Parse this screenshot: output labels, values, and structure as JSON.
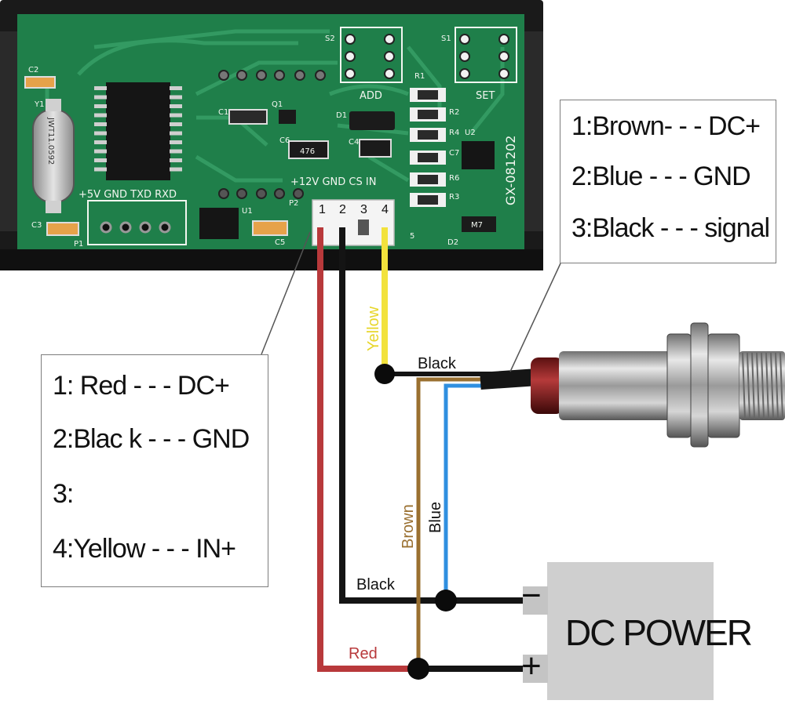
{
  "board": {
    "silkscreen": {
      "power_header": "+5V GND TXD RXD",
      "input_header": "+12V GND  CS  IN",
      "model": "GX-081202",
      "button_add": "ADD",
      "button_set": "SET",
      "crystal": "JWT11.0592",
      "c2": "C2",
      "y1": "Y1",
      "c3": "C3",
      "p1": "P1",
      "c1": "C1",
      "q1": "Q1",
      "d1": "D1",
      "c6": "C6",
      "c4": "C4",
      "u1": "U1",
      "c5": "C5",
      "p2": "P2",
      "s1": "S1",
      "s2": "S2",
      "r1": "R1",
      "r2": "R2",
      "r4": "R4",
      "c7": "C7",
      "r6": "R6",
      "r3": "R3",
      "u2": "U2",
      "d2": "D2",
      "m7": "M7",
      "pin5": "5",
      "cap_mark": "476"
    },
    "connector_pins": [
      "1",
      "2",
      "3",
      "4"
    ]
  },
  "sensor_callout": {
    "lines": [
      "1:Brown- - - DC+",
      "2:Blue - - - GND",
      "3:Black - - - signal"
    ]
  },
  "board_callout": {
    "lines": [
      "1: Red - - - DC+",
      "2:Blac k - - - GND",
      "3:",
      "4:Yellow - - - IN+"
    ]
  },
  "wire_labels": {
    "yellow": "Yellow",
    "black_top": "Black",
    "brown": "Brown",
    "blue": "Blue",
    "black_bottom": "Black",
    "red": "Red"
  },
  "power_supply": {
    "label": "DC POWER",
    "minus": "−",
    "plus": "+"
  },
  "colors": {
    "pcb": "#1f7f4a",
    "red_wire": "#b8393b",
    "black_wire": "#141414",
    "yellow_wire": "#f2e23c",
    "brown_wire": "#9a7030",
    "blue_wire": "#2f8fe0",
    "power_box": "#cfcfcf"
  }
}
